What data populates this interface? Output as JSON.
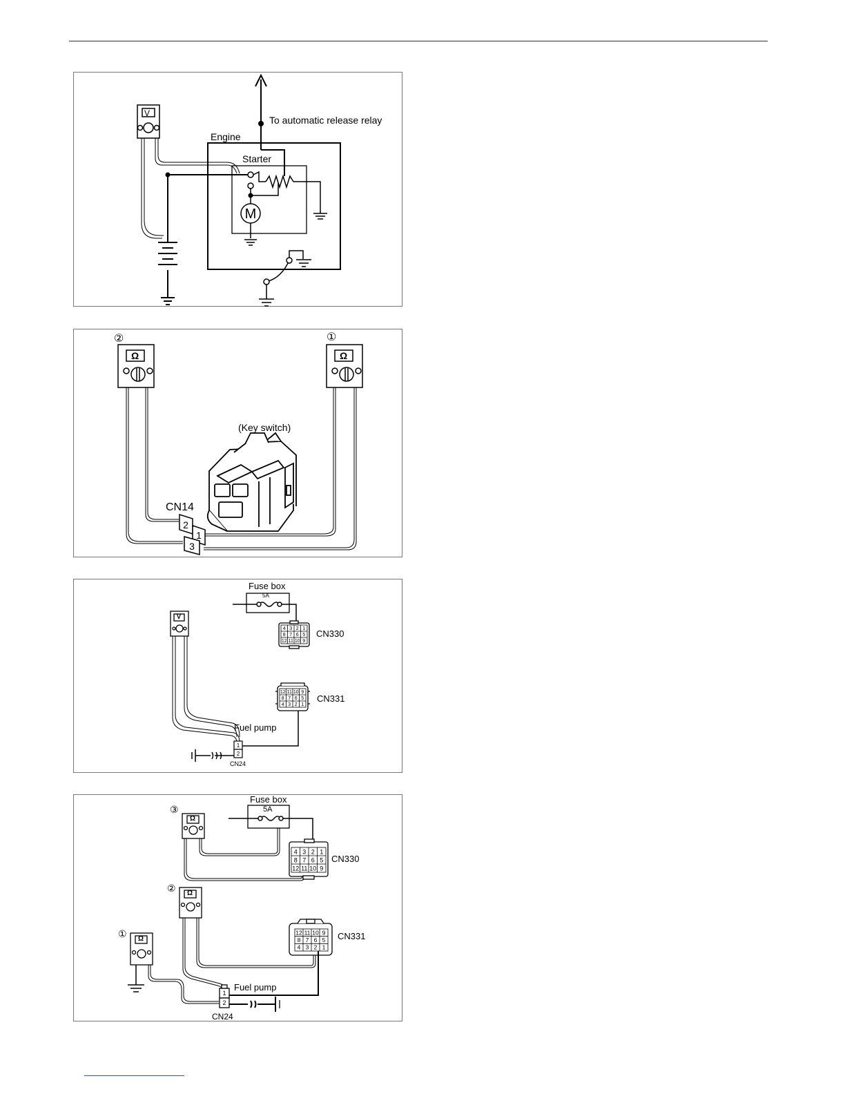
{
  "figure1": {
    "relay_label": "To automatic release relay",
    "engine_label": "Engine",
    "starter_label": "Starter",
    "motor_symbol": "M",
    "meter_symbol": "V"
  },
  "figure2": {
    "probe_left": "②",
    "probe_right": "①",
    "meter_symbol": "Ω",
    "key_switch_label": "(Key switch)",
    "connector_label": "CN14",
    "pins": [
      "2",
      "1",
      "3"
    ]
  },
  "figure3": {
    "fuse_box_label": "Fuse box",
    "fuse_rating": "5A",
    "meter_symbol": "V",
    "cn330_label": "CN330",
    "cn331_label": "CN331",
    "fuel_pump_label": "Fuel pump",
    "cn24_label": "CN24",
    "cn330_grid": [
      [
        "4",
        "3",
        "2",
        "1"
      ],
      [
        "8",
        "7",
        "6",
        "5"
      ],
      [
        "12",
        "11",
        "10",
        "9"
      ]
    ],
    "cn331_grid": [
      [
        "12",
        "11",
        "10",
        "9"
      ],
      [
        "8",
        "7",
        "6",
        "5"
      ],
      [
        "4",
        "3",
        "2",
        "1"
      ]
    ],
    "pump_pins": [
      "1",
      "2"
    ]
  },
  "figure4": {
    "fuse_box_label": "Fuse box",
    "fuse_rating": "5A",
    "meter_symbol": "Ω",
    "probe_3": "③",
    "probe_2": "②",
    "probe_1": "①",
    "cn330_label": "CN330",
    "cn331_label": "CN331",
    "fuel_pump_label": "Fuel pump",
    "cn24_label": "CN24",
    "cn330_grid": [
      [
        "4",
        "3",
        "2",
        "1"
      ],
      [
        "8",
        "7",
        "6",
        "5"
      ],
      [
        "12",
        "11",
        "10",
        "9"
      ]
    ],
    "cn331_grid": [
      [
        "12",
        "11",
        "10",
        "9"
      ],
      [
        "8",
        "7",
        "6",
        "5"
      ],
      [
        "4",
        "3",
        "2",
        "1"
      ]
    ],
    "pump_pins": [
      "1",
      "2"
    ]
  }
}
